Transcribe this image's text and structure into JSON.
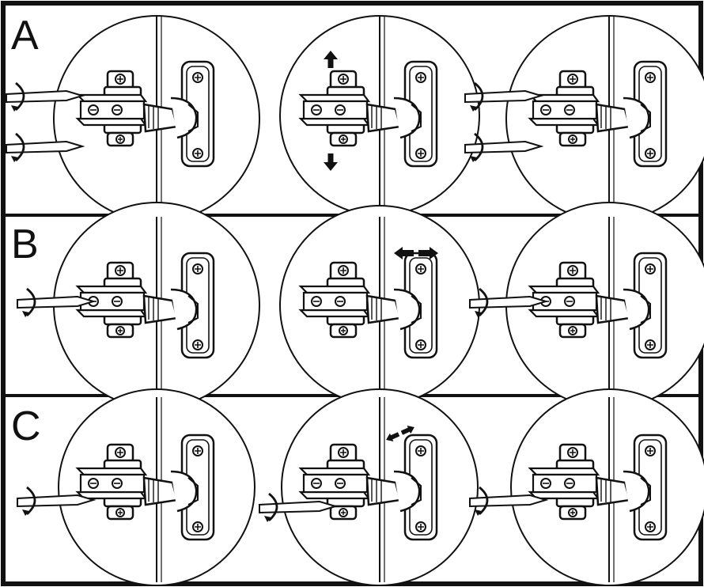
{
  "rows": [
    {
      "letter": "A",
      "steps": [
        {
          "screwdrivers": [
            "upper",
            "lower"
          ],
          "arrows": []
        },
        {
          "screwdrivers": [],
          "arrows": [
            "up",
            "down"
          ]
        },
        {
          "screwdrivers": [
            "upper",
            "lower"
          ],
          "arrows": []
        }
      ]
    },
    {
      "letter": "B",
      "steps": [
        {
          "screwdrivers": [
            "middle"
          ],
          "arrows": []
        },
        {
          "screwdrivers": [],
          "arrows": [
            "left-right"
          ]
        },
        {
          "screwdrivers": [
            "middle"
          ],
          "arrows": []
        }
      ]
    },
    {
      "letter": "C",
      "steps": [
        {
          "screwdrivers": [
            "middle"
          ],
          "arrows": []
        },
        {
          "screwdrivers": [
            "middle"
          ],
          "arrows": [
            "in-out"
          ]
        },
        {
          "screwdrivers": [
            "middle"
          ],
          "arrows": []
        }
      ]
    }
  ],
  "colors": {
    "line": "#111111",
    "background": "#ffffff",
    "part_fill": "#ffffff"
  }
}
